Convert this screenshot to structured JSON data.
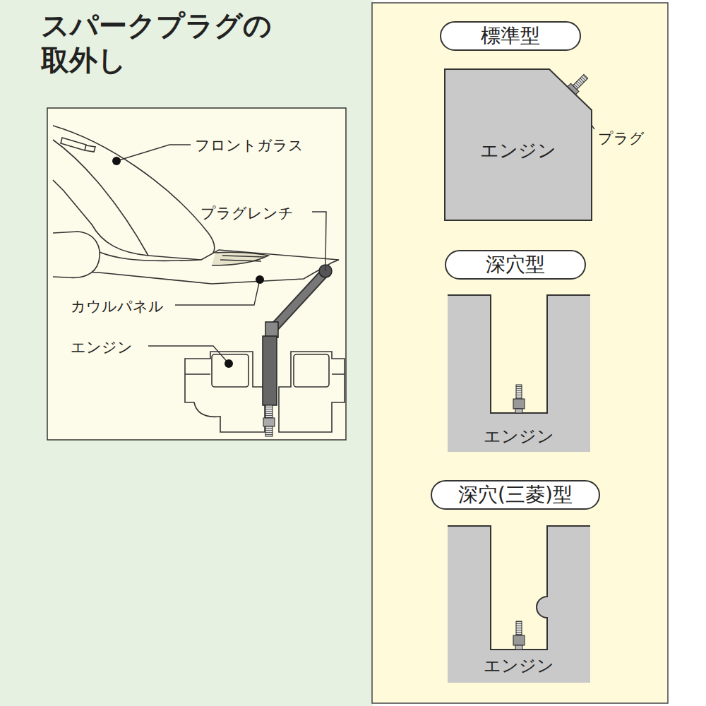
{
  "diagram": {
    "title": "スパークプラグの 取外し",
    "nodes": [
      {
        "text": [
          "標準型"
        ]
      },
      {
        "text": [
          "エンジン"
        ]
      },
      {
        "text": [
          "深穴型"
        ]
      },
      {
        "text": [
          "エンジン"
        ]
      },
      {
        "text": [
          "深穴(三菱)型"
        ]
      },
      {
        "text": [
          "エンジン"
        ]
      }
    ],
    "labels": [
      "フロントガラス",
      "プラグレンチ",
      "カウルパネル",
      "エンジン",
      "プラグ"
    ]
  }
}
